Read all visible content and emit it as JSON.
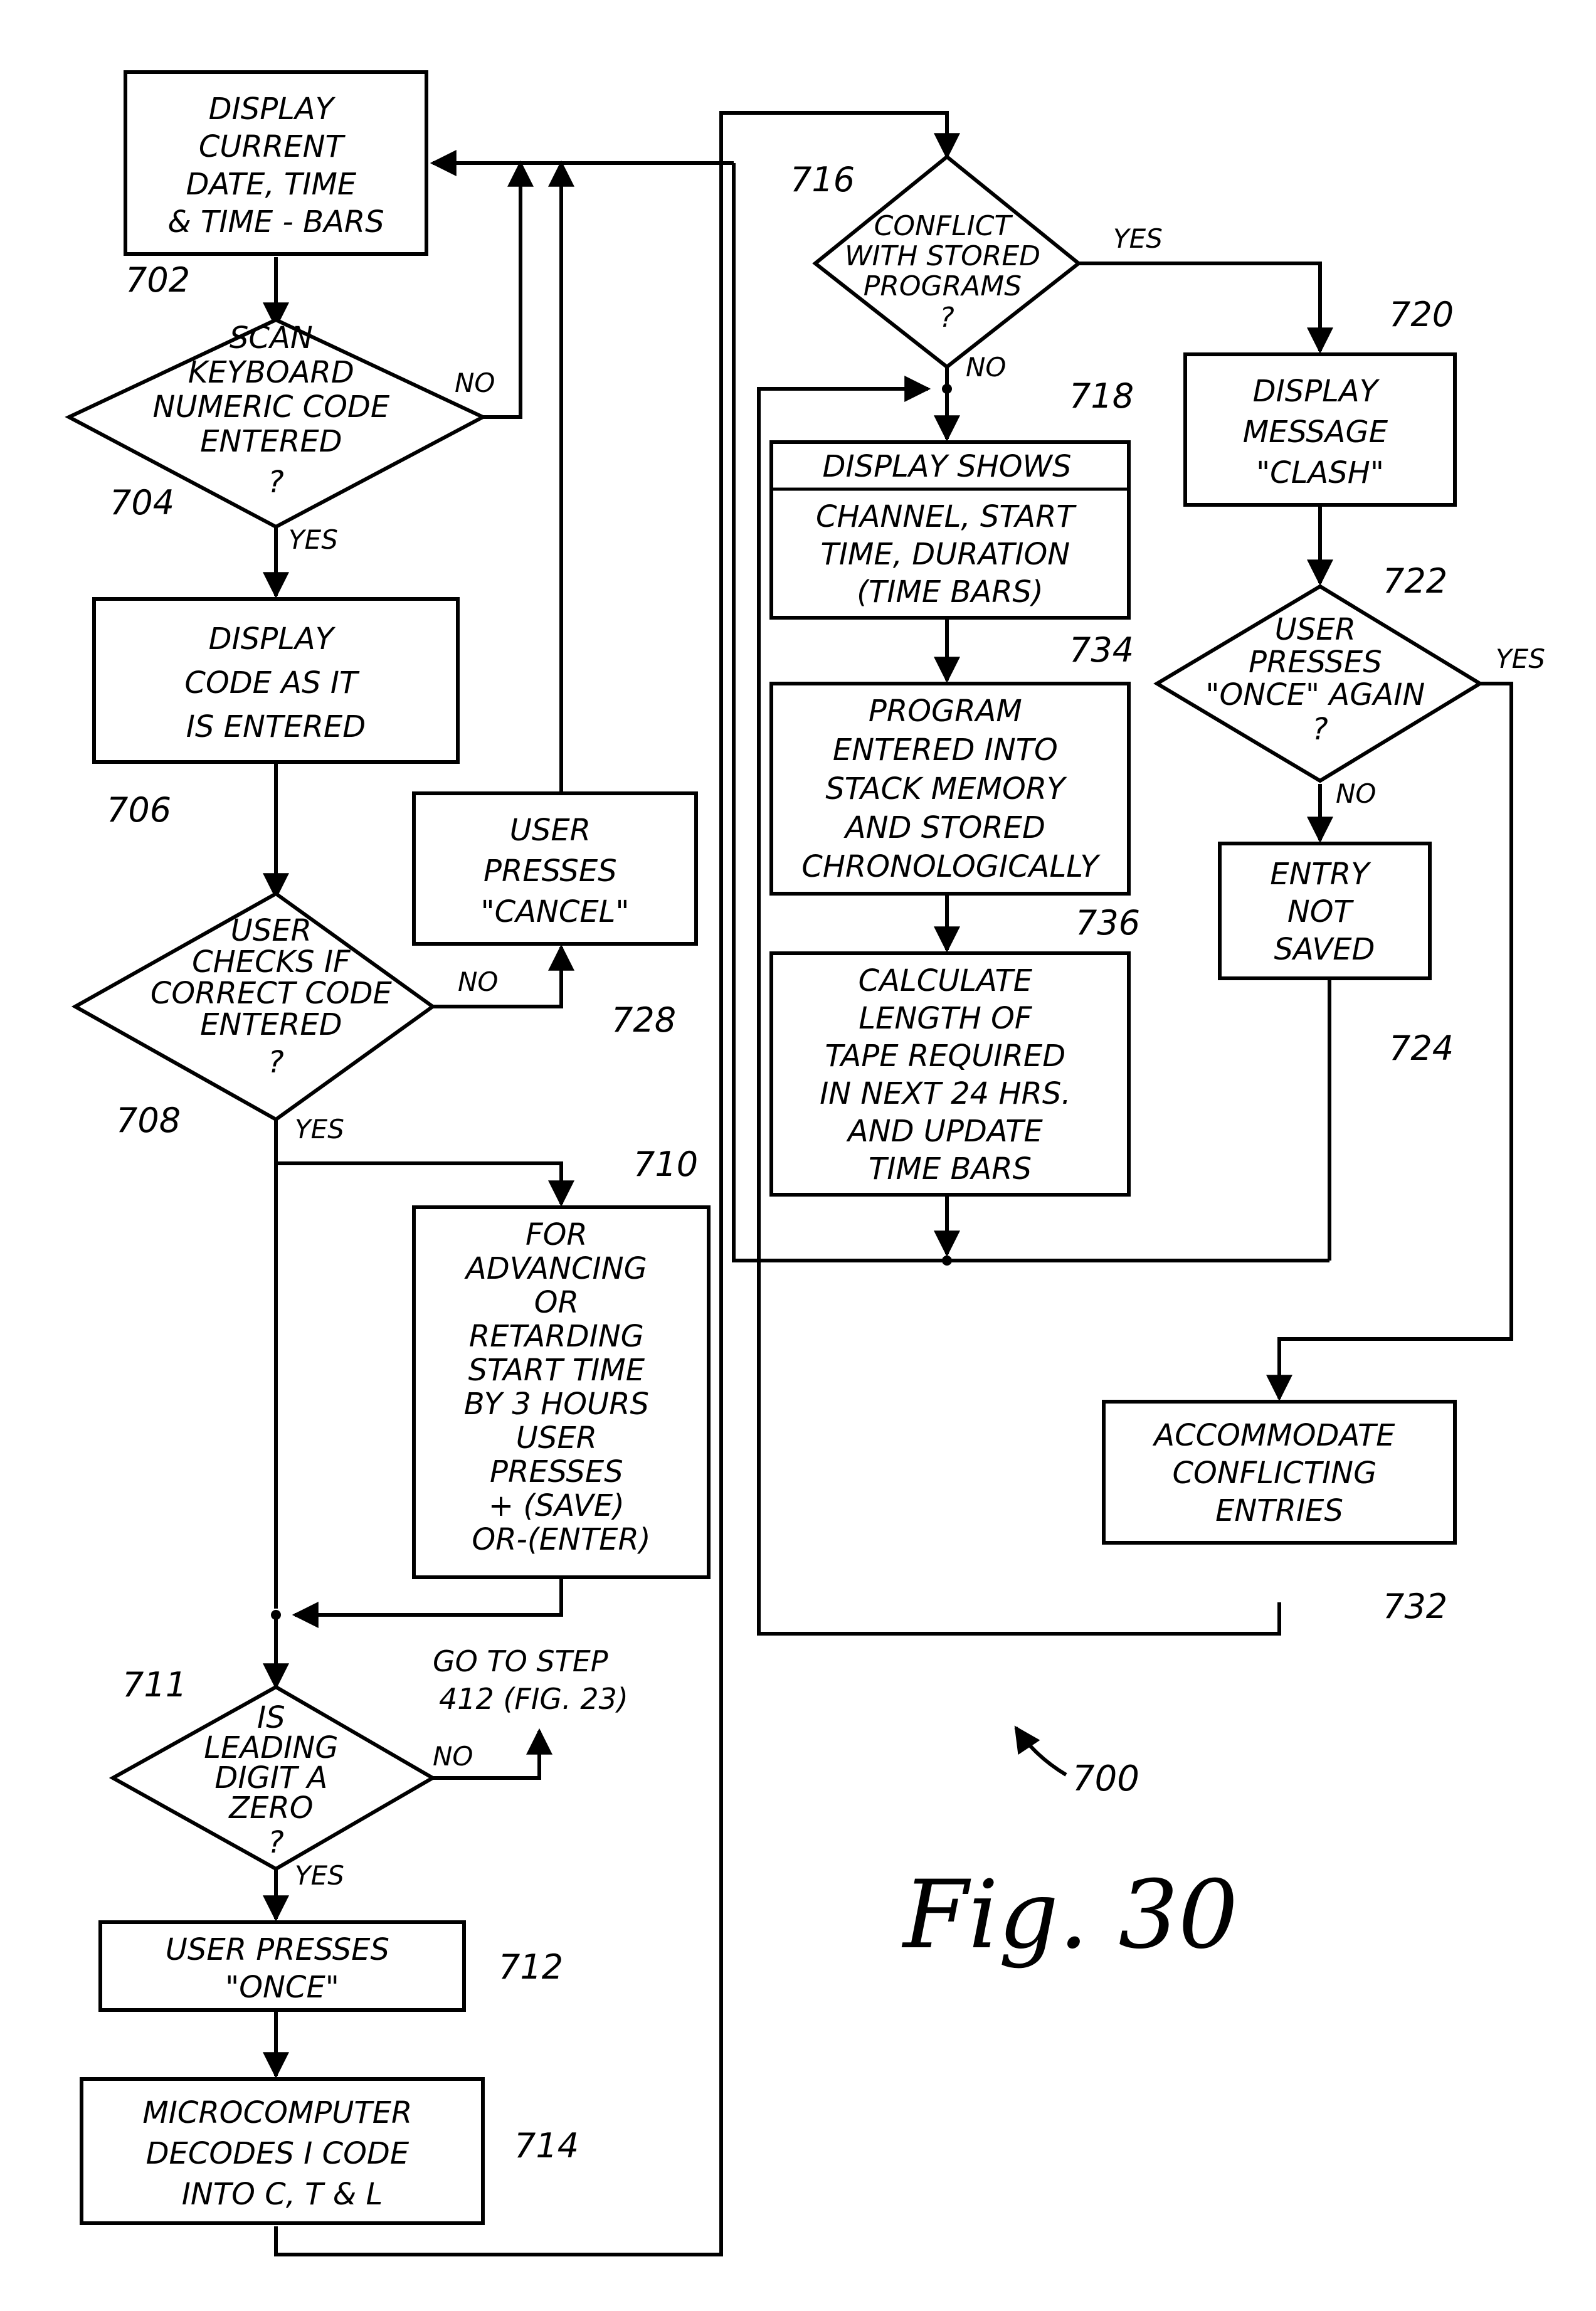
{
  "nodes": [
    {
      "id": "702",
      "type": "box",
      "lines": [
        "DISPLAY",
        "CURRENT",
        "DATE, TIME",
        "& TIME - BARS"
      ]
    },
    {
      "id": "704",
      "type": "decision",
      "lines": [
        "SCAN",
        "KEYBOARD",
        "NUMERIC CODE",
        "ENTERED",
        "?"
      ]
    },
    {
      "id": "706",
      "type": "box",
      "lines": [
        "DISPLAY",
        "CODE AS IT",
        "IS ENTERED"
      ]
    },
    {
      "id": "708",
      "type": "decision",
      "lines": [
        "USER",
        "CHECKS IF",
        "CORRECT CODE",
        "ENTERED",
        "?"
      ]
    },
    {
      "id": "728",
      "type": "box",
      "lines": [
        "USER",
        "PRESSES",
        "\"CANCEL\""
      ]
    },
    {
      "id": "710",
      "type": "box",
      "lines": [
        "FOR",
        "ADVANCING",
        "OR",
        "RETARDING",
        "START TIME",
        "BY 3 HOURS",
        "USER",
        "PRESSES",
        "+ (SAVE)",
        "OR-(ENTER)"
      ]
    },
    {
      "id": "711",
      "type": "decision",
      "lines": [
        "IS",
        "LEADING",
        "DIGIT A",
        "ZERO",
        "?"
      ]
    },
    {
      "id": "712",
      "type": "box",
      "lines": [
        "USER PRESSES",
        "\"ONCE\""
      ]
    },
    {
      "id": "714",
      "type": "box",
      "lines": [
        "MICROCOMPUTER",
        "DECODES I CODE",
        "INTO C, T & L"
      ]
    },
    {
      "id": "716",
      "type": "decision",
      "lines": [
        "CONFLICT",
        "WITH STORED",
        "PROGRAMS",
        "?"
      ]
    },
    {
      "id": "718",
      "type": "box",
      "header": "DISPLAY SHOWS",
      "lines": [
        "CHANNEL, START",
        "TIME, DURATION",
        "(TIME BARS)"
      ]
    },
    {
      "id": "734",
      "type": "box",
      "lines": [
        "PROGRAM",
        "ENTERED INTO",
        "STACK MEMORY",
        "AND STORED",
        "CHRONOLOGICALLY"
      ]
    },
    {
      "id": "736",
      "type": "box",
      "lines": [
        "CALCULATE",
        "LENGTH OF",
        "TAPE REQUIRED",
        "IN NEXT 24 HRS.",
        "AND UPDATE",
        "TIME BARS"
      ]
    },
    {
      "id": "720",
      "type": "box",
      "lines": [
        "DISPLAY",
        "MESSAGE",
        "\"CLASH\""
      ]
    },
    {
      "id": "722",
      "type": "decision",
      "lines": [
        "USER",
        "PRESSES",
        "\"ONCE\" AGAIN",
        "?"
      ]
    },
    {
      "id": "724",
      "type": "box",
      "lines": [
        "ENTRY",
        "NOT",
        "SAVED"
      ]
    },
    {
      "id": "732",
      "type": "box",
      "lines": [
        "ACCOMMODATE",
        "CONFLICTING",
        "ENTRIES"
      ]
    }
  ],
  "ref_labels": {
    "r702": "702",
    "r704": "704",
    "r706": "706",
    "r708": "708",
    "r728": "728",
    "r710": "710",
    "r711": "711",
    "r712": "712",
    "r714": "714",
    "r716": "716",
    "r718": "718",
    "r734": "734",
    "r736": "736",
    "r720": "720",
    "r722": "722",
    "r724": "724",
    "r732": "732",
    "r700": "700"
  },
  "edge_labels": {
    "no_704": "NO",
    "yes_704": "YES",
    "no_708": "NO",
    "yes_708": "YES",
    "no_711": "NO",
    "yes_711": "YES",
    "goto_1": "GO TO STEP",
    "goto_2": "412 (FIG. 23)",
    "yes_716": "YES",
    "no_716": "NO",
    "yes_722": "YES",
    "no_722": "NO"
  },
  "figure_label": "Fig. 30"
}
